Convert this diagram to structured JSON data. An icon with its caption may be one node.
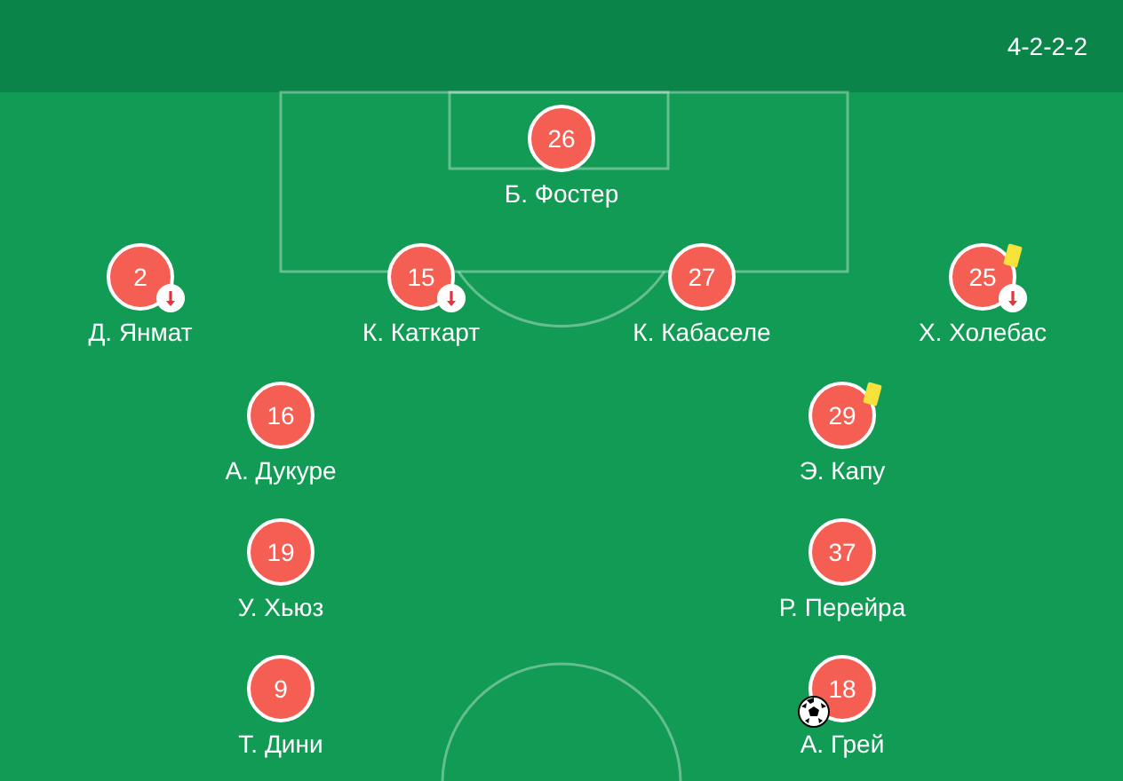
{
  "diagram": {
    "nodes": [
      {
        "text": [
          "26"
        ],
        "beside": [
          "Б. Фостер"
        ]
      },
      {
        "text": [
          "2"
        ],
        "beside": [
          "Д. Янмат"
        ]
      },
      {
        "text": [
          "15"
        ],
        "beside": [
          "К. Каткарт"
        ]
      },
      {
        "text": [
          "27"
        ],
        "beside": [
          "К. Кабаселе"
        ]
      },
      {
        "text": [
          "25"
        ],
        "beside": [
          "Х. Холебас"
        ]
      },
      {
        "text": [
          "16"
        ],
        "beside": [
          "А. Дукуре"
        ]
      },
      {
        "text": [
          "29"
        ],
        "beside": [
          "Э. Капу"
        ]
      },
      {
        "text": [
          "19"
        ],
        "beside": [
          "У. Хьюз"
        ]
      },
      {
        "text": [
          "37"
        ],
        "beside": [
          "Р. Перейра"
        ]
      },
      {
        "text": [
          "9"
        ],
        "beside": [
          "Т. Дини"
        ]
      },
      {
        "text": [
          "18"
        ],
        "beside": [
          "А. Грей"
        ]
      }
    ],
    "labels": [
      "4-2-2-2"
    ]
  }
}
